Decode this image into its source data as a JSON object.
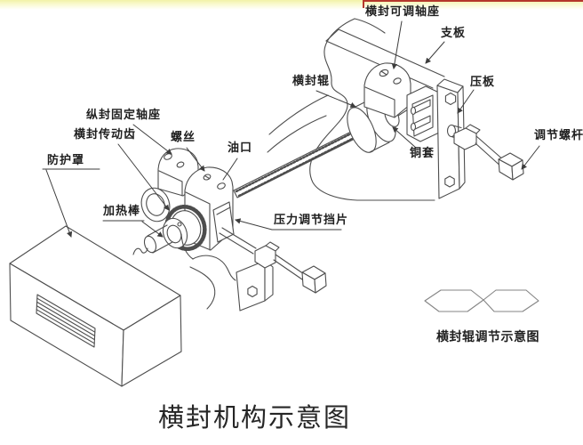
{
  "page": {
    "background": "#ffffff",
    "top_bar_color": "#f2f2a6",
    "red_mark_color": "#b5372c",
    "line_color": "#4d4d4d",
    "text_color": "#1f1f1f"
  },
  "diagram": {
    "title": "横封机构示意图",
    "inset": {
      "caption": "横封辊调节示意图"
    },
    "labels": [
      {
        "id": "hengfeng-ketiao-zhouzuo",
        "text": "横封可调轴座"
      },
      {
        "id": "zhiban",
        "text": "支板"
      },
      {
        "id": "yaban",
        "text": "压板"
      },
      {
        "id": "tiaojie-luogan",
        "text": "调节螺杆"
      },
      {
        "id": "hengfeng-gun",
        "text": "横封辊"
      },
      {
        "id": "tongtao",
        "text": "铜套"
      },
      {
        "id": "zongfeng-guding-zhouzuo",
        "text": "纵封固定轴座"
      },
      {
        "id": "hengfeng-chuandong-chi",
        "text": "横封传动齿"
      },
      {
        "id": "luosi",
        "text": "螺丝"
      },
      {
        "id": "youkou",
        "text": "油口"
      },
      {
        "id": "fanghuzhao",
        "text": "防护罩"
      },
      {
        "id": "jiarebang",
        "text": "加热棒"
      },
      {
        "id": "yali-tiaojie-dangpian",
        "text": "压力调节挡片"
      }
    ]
  }
}
